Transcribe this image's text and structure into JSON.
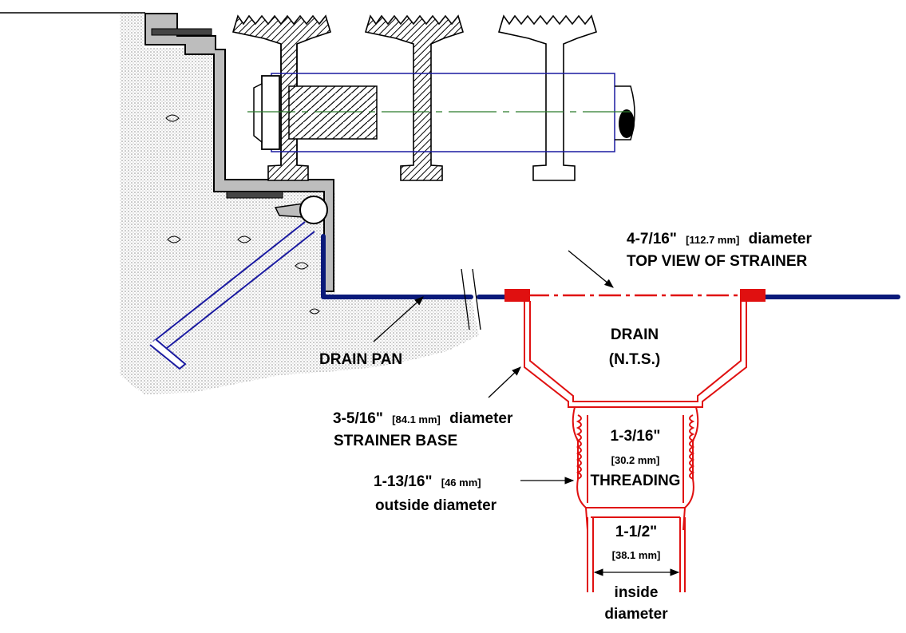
{
  "colors": {
    "pan": "#0a1a7a",
    "drain": "#e01010",
    "frame_fill": "#bdbdbd",
    "concrete_dots": "#9a9a9a",
    "bolt": "#1a1aa0",
    "centerline": "#2a7a2a",
    "text": "#000000"
  },
  "labels": {
    "top_view_dim": "4-7/16\"",
    "top_view_mm": "[112.7 mm]",
    "top_view_word": "diameter",
    "top_view_line2": "TOP VIEW OF STRAINER",
    "drain_line1": "DRAIN",
    "drain_line2": "(N.T.S.)",
    "drain_pan": "DRAIN PAN",
    "strainer_base_dim": "3-5/16\"",
    "strainer_base_mm": "[84.1 mm]",
    "strainer_base_word": "diameter",
    "strainer_base_line2": "STRAINER BASE",
    "threading_dim": "1-3/16\"",
    "threading_mm": "[30.2 mm]",
    "threading_word": "THREADING",
    "outside_dim": "1-13/16\"",
    "outside_mm": "[46 mm]",
    "outside_line2": "outside diameter",
    "inside_dim": "1-1/2\"",
    "inside_mm": "[38.1 mm]",
    "inside_line1": "inside",
    "inside_line2": "diameter"
  }
}
